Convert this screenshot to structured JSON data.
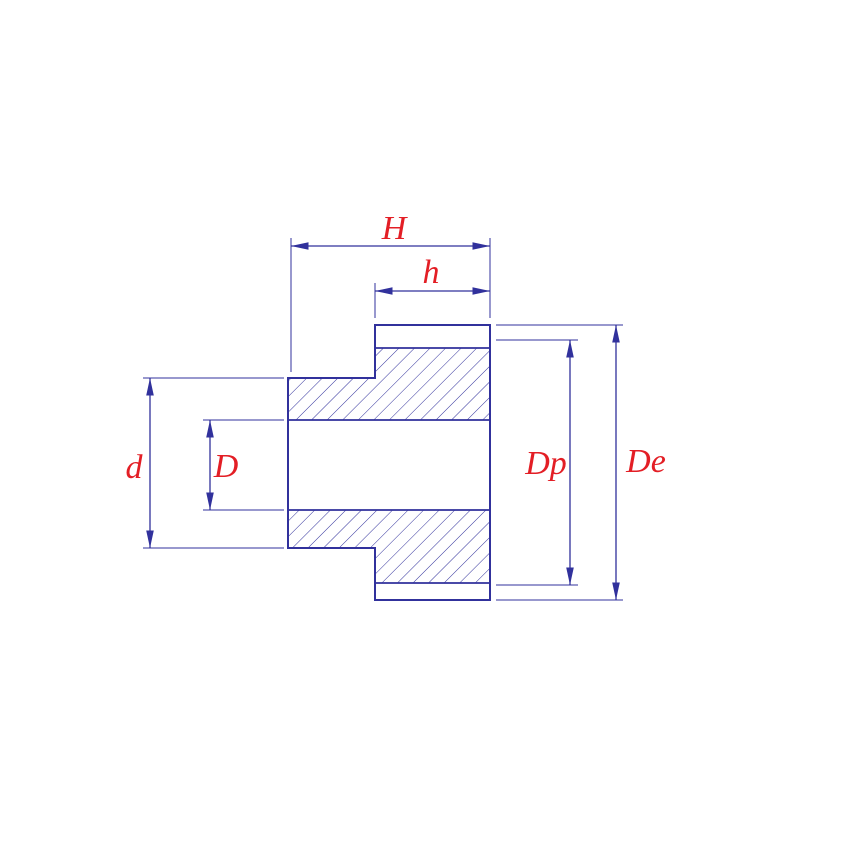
{
  "diagram": {
    "labels": {
      "H": "H",
      "h": "h",
      "d": "d",
      "D": "D",
      "Dp": "Dp",
      "De": "De"
    },
    "colors": {
      "line": "#31319c",
      "label": "#e31e25",
      "background": "#ffffff"
    }
  }
}
